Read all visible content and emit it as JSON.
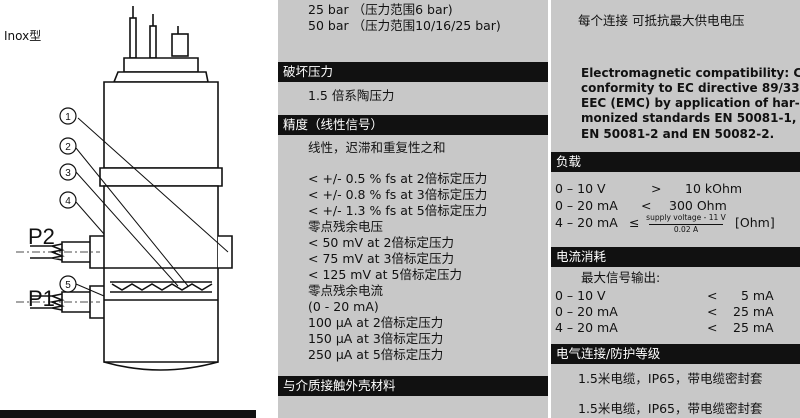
{
  "left": {
    "variant_label": "Inox型",
    "callouts": [
      "1",
      "2",
      "3",
      "4",
      "5"
    ],
    "port_p2": "P2",
    "port_p1": "P1"
  },
  "middle": {
    "top_lines": [
      "25 bar （压力范围6 bar)",
      "50 bar （压力范围10/16/25 bar)"
    ],
    "burst": {
      "header": "破坏压力",
      "text": "1.5 倍系陶压力"
    },
    "accuracy": {
      "header": "精度（线性信号）",
      "lines": [
        "线性，迟滞和重复性之和",
        "",
        "< +/- 0.5 % fs at 2倍标定压力",
        "< +/- 0.8 % fs at 3倍标定压力",
        "< +/- 1.3 % fs at 5倍标定压力",
        "零点残余电压",
        "< 50   mV at 2倍标定压力",
        "< 75   mV at 3倍标定压力",
        "< 125 mV at 5倍标定压力",
        "零点残余电流",
        "(0 - 20 mA)",
        "100 μA at 2倍标定压力",
        "150 μA at 3倍标定压力",
        "250 μA at 5倍标定压力"
      ]
    },
    "housing_header": "与介质接触外壳材料"
  },
  "right": {
    "top_text": "每个连接  可抵抗最大供电电压",
    "emc_lines": [
      "Electromagnetic compatibility: CE",
      "conformity to EC directive 89/336",
      "EEC (EMC) by application of har-",
      "monized standards EN 50081-1,",
      "EN 50081-2 and EN 50082-2."
    ],
    "load": {
      "header": "负载",
      "rows": [
        {
          "range": "0 – 10 V",
          "op": ">",
          "value": "10 kOhm"
        },
        {
          "range": "0 – 20 mA",
          "op": "<",
          "value": "300  Ohm"
        }
      ],
      "row3_range": "4 – 20 mA",
      "row3_op": "≤",
      "row3_numerator": "supply voltage - 11 V",
      "row3_denominator": "0.02 A",
      "row3_unit": "[Ohm]"
    },
    "consumption": {
      "header": "电流消耗",
      "label": "最大信号输出:",
      "rows": [
        {
          "range": "0 – 10 V",
          "op": "<",
          "value": "5 mA"
        },
        {
          "range": "0 – 20 mA",
          "op": "<",
          "value": "25 mA"
        },
        {
          "range": "4 – 20 mA",
          "op": "<",
          "value": "25 mA"
        }
      ]
    },
    "connection": {
      "header": "电气连接/防护等级",
      "lines": [
        "1.5米电缆，IP65，带电缆密封套",
        "1.5米电缆，IP65，带电缆密封套"
      ]
    }
  }
}
